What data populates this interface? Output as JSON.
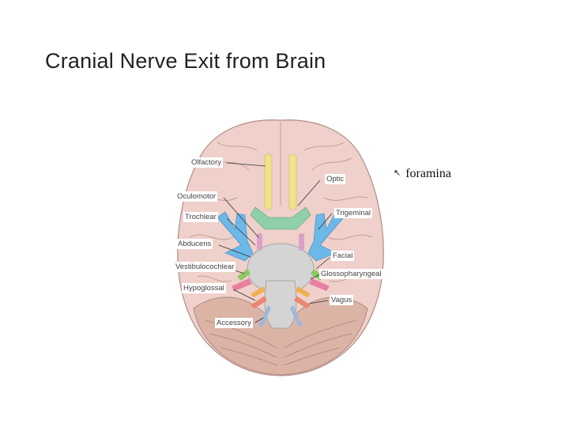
{
  "slide": {
    "title": "Cranial Nerve Exit from Brain"
  },
  "figure": {
    "labels": {
      "olfactory": "Olfactory",
      "optic": "Optic",
      "oculomotor": "Oculomotor",
      "trochlear": "Trochlear",
      "trigeminal": "Trigeminal",
      "abducens": "Abducens",
      "facial": "Facial",
      "vestibulocochlear": "Vestibulocochlear",
      "glossopharyngeal": "Glossopharyngeal",
      "hypoglossal": "Hypoglossal",
      "vagus": "Vagus",
      "accessory": "Accessory"
    },
    "colors": {
      "brain": "#efd0cb",
      "brain_outline": "#b08a85",
      "cerebellum": "#dcb4a6",
      "brainstem": "#d4d4d4",
      "olfactory": "#f0e38a",
      "optic_chiasm": "#8fd0a8",
      "trigeminal": "#6cb8e8",
      "oculomotor": "#d9a0c8",
      "facial": "#8cc860",
      "vestibulocochlear": "#e87fa0",
      "glossopharyngeal": "#f0b050",
      "vagus": "#e88870",
      "accessory": "#a0b8d8"
    }
  },
  "annotation": {
    "arrow_icon": "arrow-up-left",
    "text": "foramina"
  }
}
